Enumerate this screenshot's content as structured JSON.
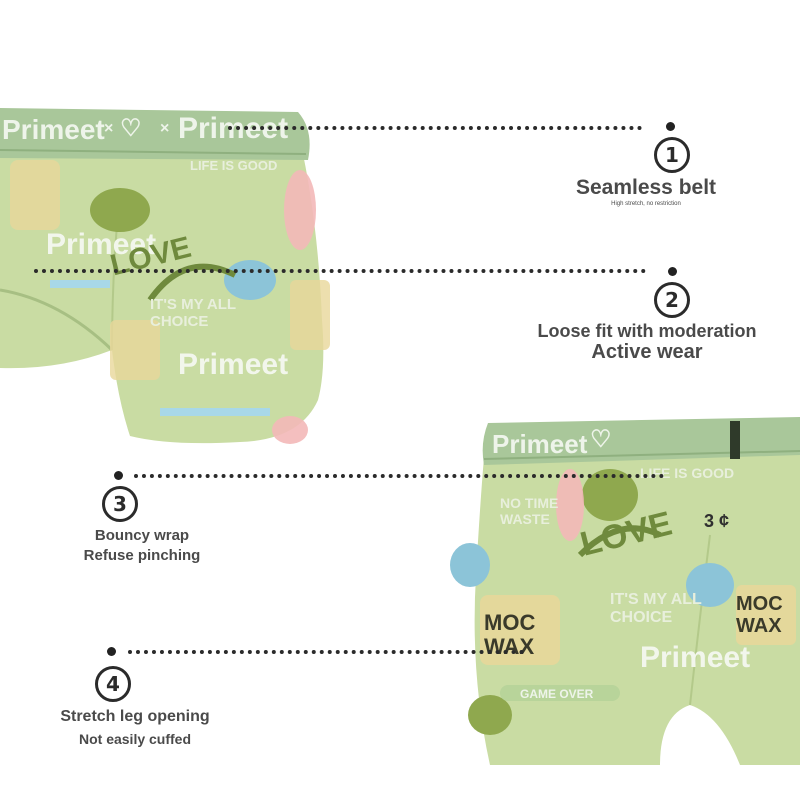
{
  "colors": {
    "fabric": "#c9dca3",
    "fabric_dark": "#b3c98a",
    "waistband": "#a9c79a",
    "waistband_edge": "#8fb07f",
    "line": "#2b2b2b",
    "caption": "#4a4a4a"
  },
  "product": {
    "waistband_brand": "Primeet",
    "waistband_cross": "×",
    "print_words": [
      "Primeet",
      "LOVE",
      "MOC WAX",
      "IT'S MY ALL CHOICE",
      "NO TIME WASTE",
      "LIFE IS GOOD",
      "GAME OVER",
      "3 ¢"
    ]
  },
  "features": [
    {
      "number": "1",
      "title": "Seamless belt",
      "subtitle": "High stretch, no restriction"
    },
    {
      "number": "2",
      "title": "Loose fit with moderation",
      "subtitle": "Active wear"
    },
    {
      "number": "3",
      "title": "Bouncy wrap",
      "subtitle": "Refuse pinching"
    },
    {
      "number": "4",
      "title": "Stretch leg opening",
      "subtitle": "Not easily cuffed"
    }
  ]
}
